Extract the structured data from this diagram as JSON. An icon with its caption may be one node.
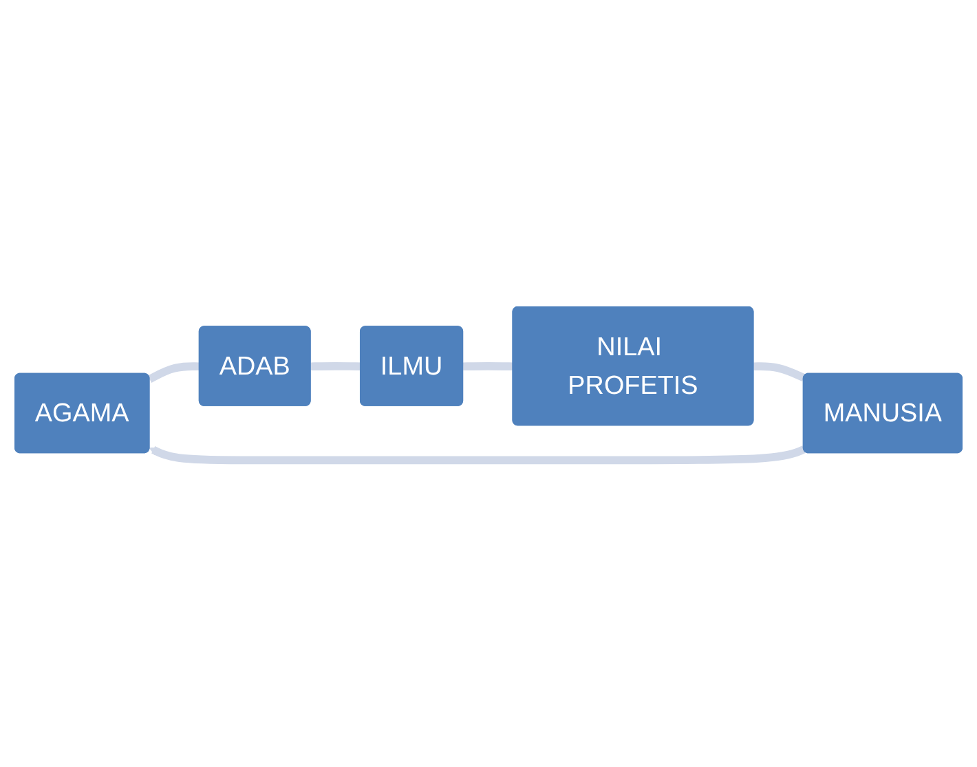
{
  "diagram": {
    "nodes": [
      {
        "text": [
          "AGAMA"
        ]
      },
      {
        "text": [
          "ADAB"
        ]
      },
      {
        "text": [
          "ILMU"
        ]
      },
      {
        "text": [
          "NILAI PROFETIS"
        ]
      },
      {
        "text": [
          "MANUSIA"
        ]
      }
    ],
    "edges": [
      {
        "from": 0,
        "to": 1,
        "arrow": "none"
      },
      {
        "from": 1,
        "to": 2,
        "arrow": "none"
      },
      {
        "from": 2,
        "to": 3,
        "arrow": "none"
      },
      {
        "from": 3,
        "to": 4,
        "arrow": "none"
      },
      {
        "from": 4,
        "to": 0,
        "arrow": "to"
      }
    ]
  }
}
